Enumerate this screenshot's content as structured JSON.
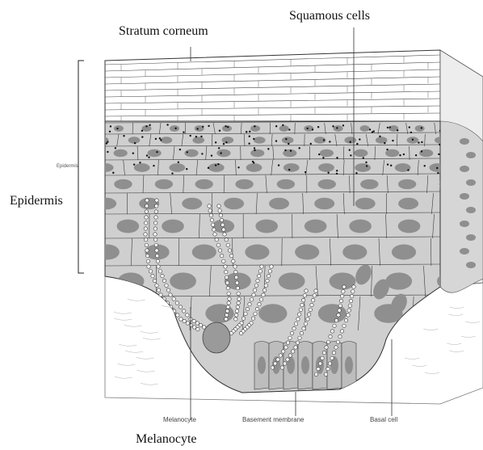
{
  "labels": {
    "stratum_corneum": "Stratum corneum",
    "squamous_cells": "Squamous cells",
    "epidermis": "Epidermis",
    "melanocyte": "Melanocyte",
    "inner_epidermis": "Epidermis",
    "inner_melanocyte": "Melanocyte",
    "inner_basement_membrane": "Basement membrane",
    "inner_basal_cell": "Basal cell"
  },
  "colors": {
    "cell_fill": "#c9c9c9",
    "nucleus": "#8f8f8f",
    "outline": "#3a3a3a",
    "granule": "#111111",
    "dermis_line": "#9a9a9a"
  }
}
